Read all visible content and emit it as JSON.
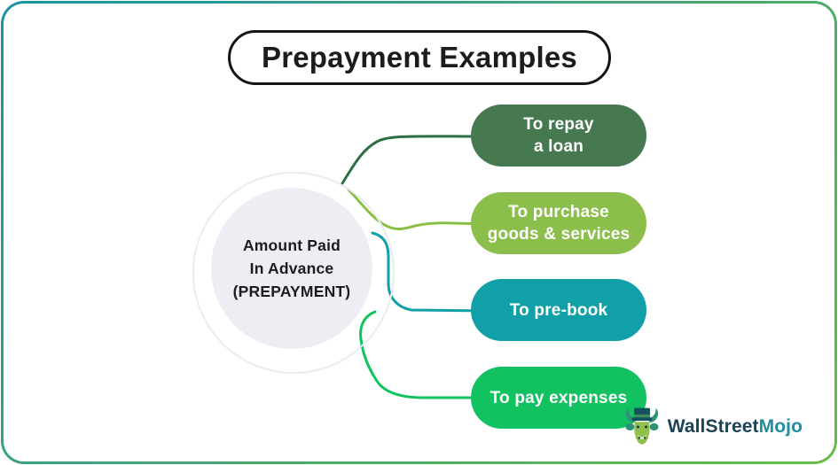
{
  "title": "Prepayment Examples",
  "center": {
    "line1": "Amount Paid",
    "line2": "In Advance",
    "line3": "(PREPAYMENT)"
  },
  "items": [
    {
      "line1": "To repay",
      "line2": "a loan"
    },
    {
      "line1": "To purchase",
      "line2": "goods & services"
    },
    {
      "line1": "To pre-book"
    },
    {
      "line1": "To pay expenses"
    }
  ],
  "logo": {
    "brand_dark": "WallStreet",
    "brand_accent": "Mojo",
    "icon": "bull-mascot"
  },
  "colors": {
    "frame-start": "#1E92A4",
    "frame-end": "#66BD45",
    "title-border": "#161616",
    "ink": "#1C1C1C",
    "circle-fill": "#EFEDF4",
    "ring": "#ECEBF2",
    "pill-1": "#467950",
    "pill-2": "#8CBE4B",
    "pill-3": "#12A0A8",
    "pill-4": "#12C160",
    "line-1": "#2E6E44",
    "line-2": "#8ABF45",
    "line-3": "#12A0A8",
    "line-4": "#0FC45F",
    "logo-dark": "#1C4355",
    "logo-accent": "#1E8FA0",
    "bull-hat": "#14505E",
    "bull-body": "#8FBF4D",
    "bull-horn": "#2F9277"
  }
}
